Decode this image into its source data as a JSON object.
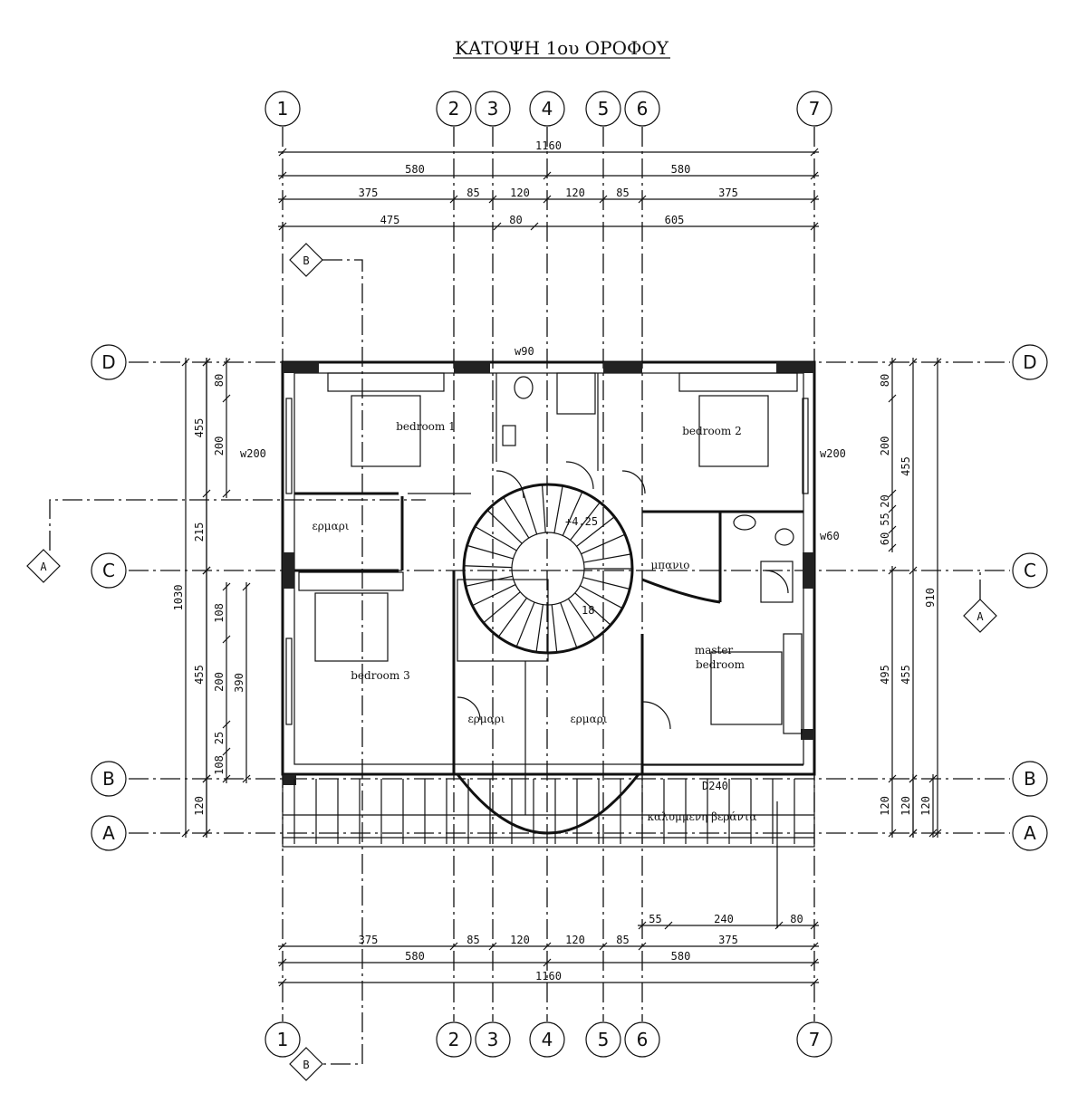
{
  "title": "ΚΑΤΟΨΗ 1ου ΟΡΟΦΟΥ",
  "grid_columns": [
    "1",
    "2",
    "3",
    "4",
    "5",
    "6",
    "7"
  ],
  "grid_rows": [
    "D",
    "C",
    "B",
    "A"
  ],
  "section_markers": {
    "vertical": "B",
    "horizontal": "A"
  },
  "top_dimensions": {
    "total": "1160",
    "halves": [
      "580",
      "580"
    ],
    "segments": [
      "375",
      "85",
      "120",
      "120",
      "85",
      "375"
    ],
    "openings": [
      "475",
      "80",
      "605"
    ]
  },
  "bottom_dimensions": {
    "openings": [
      "55",
      "240",
      "80"
    ],
    "segments": [
      "375",
      "85",
      "120",
      "120",
      "85",
      "375"
    ],
    "halves": [
      "580",
      "580"
    ],
    "total": "1160"
  },
  "left_dimensions": {
    "total": "1030",
    "main": [
      "455",
      "215",
      "455",
      "120"
    ],
    "window_upper": [
      "80",
      "200"
    ],
    "window_lower": [
      "108",
      "390",
      "200",
      "25",
      "108"
    ]
  },
  "right_dimensions": {
    "total": "910",
    "main": [
      "455",
      "455",
      "120"
    ],
    "window_upper": [
      "80",
      "200"
    ],
    "window_small": [
      "20",
      "55",
      "60"
    ],
    "lower": [
      "495",
      "120",
      "120"
    ]
  },
  "rooms": {
    "bedroom1": "bedroom 1",
    "bedroom2": "bedroom 2",
    "bedroom3": "bedroom 3",
    "master_line1": "master",
    "master_line2": "bedroom",
    "closet_a": "ερμαρι",
    "closet_b": "ερμαρι",
    "closet_c": "ερμαρι",
    "bath": "μπανιο",
    "veranda": "καλυμμενη βεράντα"
  },
  "annotations": {
    "w90": "w90",
    "w200_left": "w200",
    "w200_right": "w200",
    "w60": "w60",
    "level": "+4.25",
    "steps": "18",
    "d240": "D240"
  }
}
